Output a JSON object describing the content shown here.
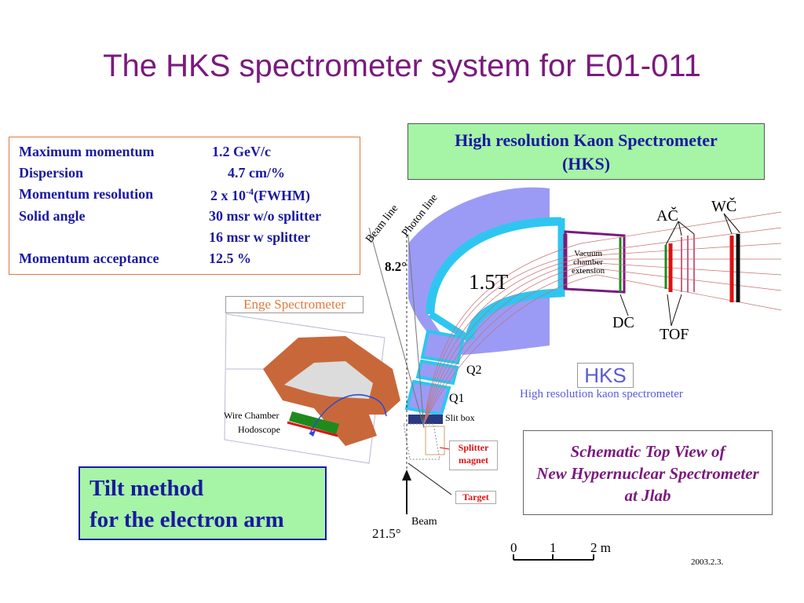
{
  "title": "The HKS spectrometer system for E01-011",
  "specs": {
    "rows": [
      {
        "label": "Maximum momentum",
        "value": "1.2 GeV/c"
      },
      {
        "label": "Dispersion",
        "value": "4.7 cm/%"
      },
      {
        "label": "Momentum resolution",
        "value_prefix": "2 x 10",
        "value_sup": "-4",
        "value_suffix": "(FWHM)"
      },
      {
        "label": "Solid angle",
        "value": "30 msr w/o splitter"
      },
      {
        "label": "",
        "value": "16 msr w splitter"
      },
      {
        "label": "Momentum acceptance",
        "value": "12.5 %"
      }
    ]
  },
  "hks_box": {
    "line1": "High resolution Kaon Spectrometer",
    "line2": "(HKS)"
  },
  "tilt_box": {
    "line1": "Tilt method",
    "line2": "for the electron arm"
  },
  "schematic_box": {
    "line1": "Schematic Top View of",
    "line2": "New Hypernuclear Spectrometer",
    "line3": "at Jlab"
  },
  "enge": {
    "title": "Enge Spectrometer",
    "wire_chamber": "Wire Chamber",
    "hodoscope": "Hodoscope"
  },
  "diagram": {
    "beam_line": "Beam line",
    "photon_line": "Photon line",
    "angle_small": "8.2°",
    "field": "1.5T",
    "vacuum": [
      "Vacuum",
      "chamber",
      "extension"
    ],
    "ac": "AČ",
    "wc": "WČ",
    "dc": "DC",
    "tof": "TOF",
    "q2": "Q2",
    "q1": "Q1",
    "slit_box": "Slit box",
    "splitter": [
      "Splitter",
      "magnet"
    ],
    "target": "Target",
    "beam": "Beam",
    "angle_large": "21.5°",
    "scale": [
      "0",
      "1",
      "2 m"
    ],
    "date": "2003.2.3."
  },
  "hks_label": {
    "title": "HKS",
    "subtitle": "High resolution kaon spectrometer"
  },
  "colors": {
    "title": "#7a1a7e",
    "text_blue": "#1a1aa0",
    "box_green": "#a6f4a6",
    "magnet": "#9b9bf5",
    "yoke_cyan": "#2ec6f0",
    "enge_orange": "#c8683a",
    "red": "#dd1111"
  }
}
